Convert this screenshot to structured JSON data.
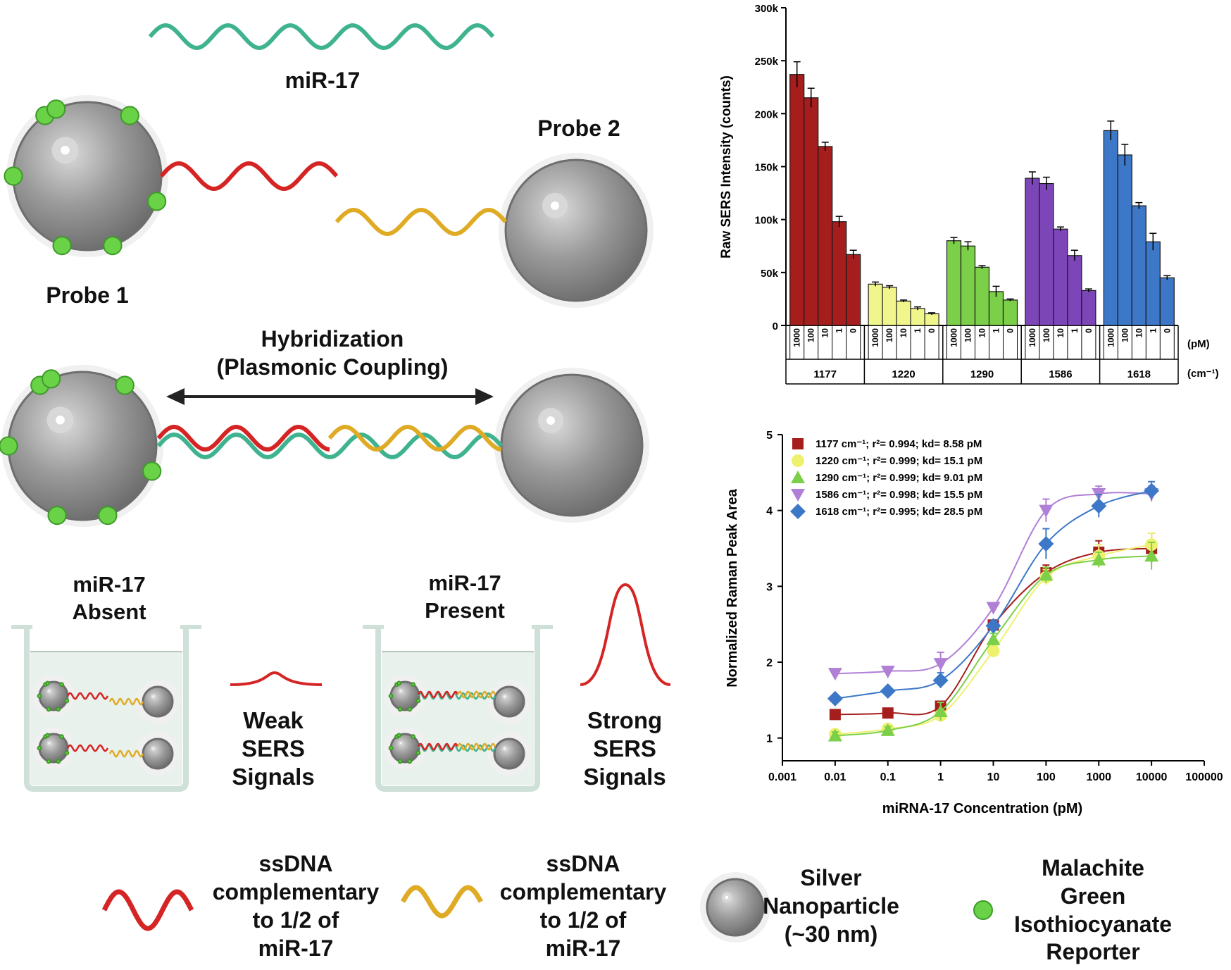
{
  "schematic": {
    "mir17_top": "miR-17",
    "probe1": "Probe 1",
    "probe2": "Probe 2",
    "hybridization": "Hybridization",
    "plasmonic": "(Plasmonic Coupling)",
    "absent_line1": "miR-17",
    "absent_line2": "Absent",
    "present_line1": "miR-17",
    "present_line2": "Present",
    "weak": [
      "Weak",
      "SERS",
      "Signals"
    ],
    "strong": [
      "Strong",
      "SERS",
      "Signals"
    ],
    "colors": {
      "red": "#d42424",
      "yellow": "#e0ab24",
      "teal": "#3fb38f",
      "green": "#6ad246",
      "silver": "#8c8c8c"
    }
  },
  "legend": {
    "red_strand": [
      "ssDNA",
      "complementary",
      "to 1/2 of",
      "miR-17"
    ],
    "yellow_strand": [
      "ssDNA",
      "complementary",
      "to 1/2 of",
      "miR-17"
    ],
    "nanoparticle": [
      "Silver",
      "Nanoparticle",
      "(~30 nm)"
    ],
    "reporter": [
      "Malachite",
      "Green",
      "Isothiocyanate",
      "Reporter"
    ]
  },
  "chart_data": [
    {
      "type": "bar",
      "ylabel": "Raw SERS Intensity (counts)",
      "ylim": [
        0,
        300000
      ],
      "yticks": [
        "0",
        "50k",
        "100k",
        "150k",
        "200k",
        "250k",
        "300k"
      ],
      "concentrations": [
        "1000",
        "100",
        "10",
        "1",
        "0"
      ],
      "conc_unit": "(pM)",
      "wavenumber_unit": "(cm⁻¹)",
      "groups": [
        {
          "name": "1177",
          "color": "#a51d1d",
          "values": [
            237000,
            215000,
            169000,
            98000,
            67000
          ],
          "errors": [
            12000,
            9000,
            4000,
            5000,
            4000
          ]
        },
        {
          "name": "1220",
          "color": "#f0f58c",
          "values": [
            39000,
            36000,
            23000,
            16000,
            11000
          ],
          "errors": [
            2000,
            1500,
            1000,
            1500,
            1000
          ]
        },
        {
          "name": "1290",
          "color": "#7ccf48",
          "values": [
            80000,
            75000,
            55000,
            32000,
            24000
          ],
          "errors": [
            3000,
            4000,
            1500,
            5000,
            1000
          ]
        },
        {
          "name": "1586",
          "color": "#7d46b8",
          "values": [
            139000,
            134000,
            91000,
            66000,
            33000
          ],
          "errors": [
            6000,
            6000,
            2000,
            5000,
            1500
          ]
        },
        {
          "name": "1618",
          "color": "#3d78c8",
          "values": [
            184000,
            161000,
            113000,
            79000,
            45000
          ],
          "errors": [
            9000,
            10000,
            3000,
            8000,
            2000
          ]
        }
      ]
    },
    {
      "type": "scatter",
      "xlabel": "miRNA-17 Concentration (pM)",
      "ylabel": "Normalized Raman Peak Area",
      "xscale": "log",
      "xlim": [
        0.001,
        100000
      ],
      "ylim": [
        0.7,
        5
      ],
      "xticks": [
        "0.001",
        "0.01",
        "0.1",
        "1",
        "10",
        "100",
        "1000",
        "10000",
        "100000"
      ],
      "yticks": [
        "1",
        "2",
        "3",
        "4",
        "5"
      ],
      "x": [
        0.01,
        0.1,
        1,
        10,
        100,
        1000,
        10000
      ],
      "legend_placement": "top-left",
      "series": [
        {
          "name": "1177 cm⁻¹; r²= 0.994; kd= 8.58 pM",
          "color": "#a51d1d",
          "marker": "square",
          "values": [
            1.31,
            1.33,
            1.42,
            2.49,
            3.18,
            3.45,
            3.5
          ],
          "errors": [
            0.03,
            0.03,
            0.05,
            0.06,
            0.1,
            0.15,
            0.2
          ]
        },
        {
          "name": "1220 cm⁻¹; r²= 0.999; kd= 15.1 pM",
          "color": "#eef16e",
          "marker": "circle",
          "values": [
            1.05,
            1.12,
            1.3,
            2.15,
            3.12,
            3.4,
            3.55
          ],
          "errors": [
            0.04,
            0.04,
            0.06,
            0.06,
            0.1,
            0.15,
            0.15
          ]
        },
        {
          "name": "1290 cm⁻¹; r²= 0.999; kd= 9.01 pM",
          "color": "#7ccf48",
          "marker": "triangle-up",
          "values": [
            1.03,
            1.1,
            1.35,
            2.3,
            3.15,
            3.35,
            3.4
          ],
          "errors": [
            0.05,
            0.05,
            0.12,
            0.08,
            0.1,
            0.1,
            0.18
          ]
        },
        {
          "name": "1586 cm⁻¹; r²= 0.998; kd= 15.5 pM",
          "color": "#b07fd6",
          "marker": "triangle-down",
          "values": [
            1.85,
            1.88,
            1.98,
            2.72,
            4.0,
            4.22,
            4.22
          ],
          "errors": [
            0.06,
            0.06,
            0.15,
            0.06,
            0.15,
            0.1,
            0.1
          ]
        },
        {
          "name": "1618 cm⁻¹; r²= 0.995; kd= 28.5 pM",
          "color": "#3d78c8",
          "marker": "diamond",
          "values": [
            1.52,
            1.62,
            1.76,
            2.48,
            3.56,
            4.06,
            4.26
          ],
          "errors": [
            0.04,
            0.04,
            0.1,
            0.06,
            0.2,
            0.15,
            0.12
          ]
        }
      ]
    }
  ]
}
